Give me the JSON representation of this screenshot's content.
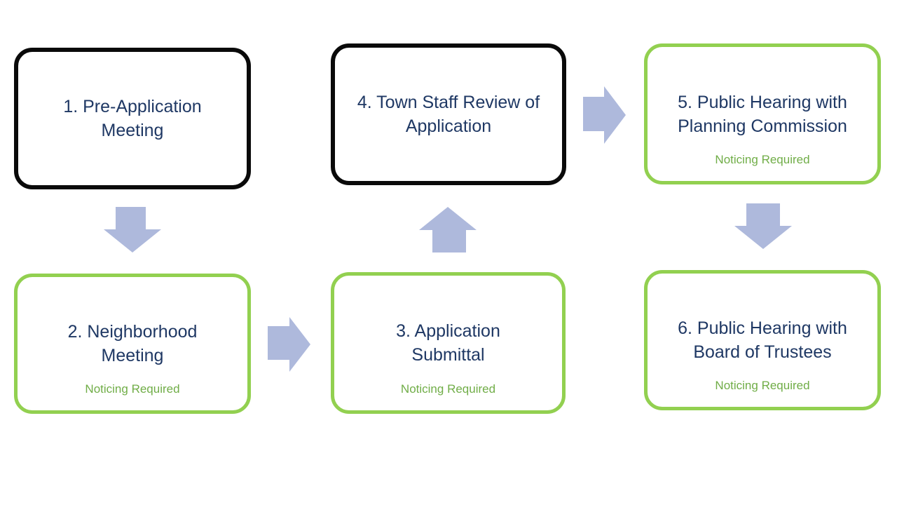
{
  "colors": {
    "background": "#FFFFFF",
    "arrow_fill": "#AEB9DC",
    "green_border": "#92D050",
    "black_border": "#0A0A0A",
    "title_text": "#1F3864",
    "notice_text": "#70AD47"
  },
  "steps": [
    {
      "id": 1,
      "label": "1. Pre-Application\nMeeting",
      "notice": null,
      "border": "black"
    },
    {
      "id": 2,
      "label": "2. Neighborhood\nMeeting",
      "notice": "Noticing Required",
      "border": "green"
    },
    {
      "id": 3,
      "label": "3. Application\nSubmittal",
      "notice": "Noticing Required",
      "border": "green"
    },
    {
      "id": 4,
      "label": "4. Town Staff Review of\nApplication",
      "notice": null,
      "border": "black"
    },
    {
      "id": 5,
      "label": "5. Public Hearing with\nPlanning Commission",
      "notice": "Noticing Required",
      "border": "green"
    },
    {
      "id": 6,
      "label": "6. Public Hearing with\nBoard of Trustees",
      "notice": "Noticing Required",
      "border": "green"
    }
  ],
  "arrows": [
    {
      "from": 1,
      "to": 2,
      "direction": "down"
    },
    {
      "from": 2,
      "to": 3,
      "direction": "right"
    },
    {
      "from": 3,
      "to": 4,
      "direction": "up"
    },
    {
      "from": 4,
      "to": 5,
      "direction": "right"
    },
    {
      "from": 5,
      "to": 6,
      "direction": "down"
    }
  ]
}
